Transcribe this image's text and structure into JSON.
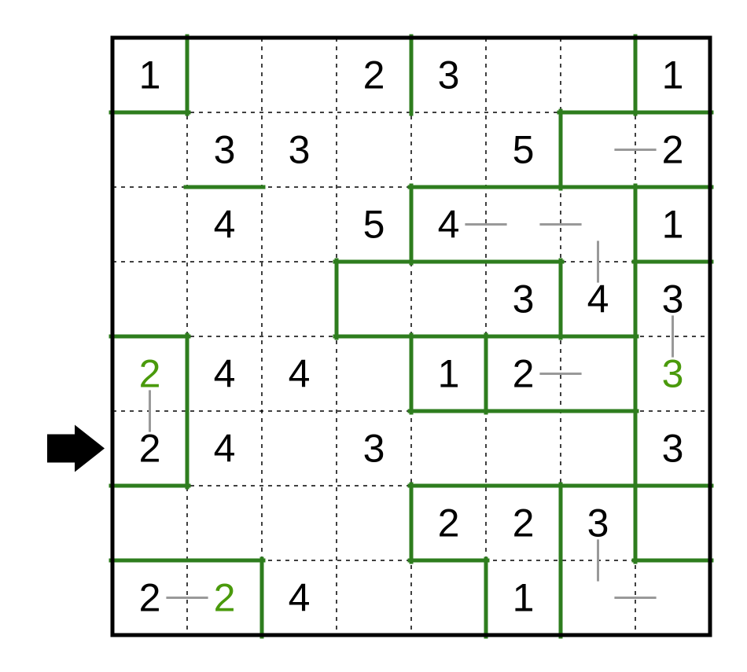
{
  "puzzle": {
    "rows": 8,
    "cols": 8,
    "colors": {
      "background": "#ffffff",
      "grid_dash": "#000000",
      "frame": "#000000",
      "region_border": "#2e7d1e",
      "connector": "#999999",
      "given_digit": "#000000",
      "highlight_digit": "#4a9a0c",
      "arrow": "#000000"
    },
    "clues": [
      {
        "r": 0,
        "c": 0,
        "value": "1",
        "highlight": false
      },
      {
        "r": 0,
        "c": 3,
        "value": "2",
        "highlight": false
      },
      {
        "r": 0,
        "c": 4,
        "value": "3",
        "highlight": false
      },
      {
        "r": 0,
        "c": 7,
        "value": "1",
        "highlight": false
      },
      {
        "r": 1,
        "c": 1,
        "value": "3",
        "highlight": false
      },
      {
        "r": 1,
        "c": 2,
        "value": "3",
        "highlight": false
      },
      {
        "r": 1,
        "c": 5,
        "value": "5",
        "highlight": false
      },
      {
        "r": 1,
        "c": 7,
        "value": "2",
        "highlight": false
      },
      {
        "r": 2,
        "c": 1,
        "value": "4",
        "highlight": false
      },
      {
        "r": 2,
        "c": 3,
        "value": "5",
        "highlight": false
      },
      {
        "r": 2,
        "c": 4,
        "value": "4",
        "highlight": false
      },
      {
        "r": 2,
        "c": 7,
        "value": "1",
        "highlight": false
      },
      {
        "r": 3,
        "c": 5,
        "value": "3",
        "highlight": false
      },
      {
        "r": 3,
        "c": 6,
        "value": "4",
        "highlight": false
      },
      {
        "r": 3,
        "c": 7,
        "value": "3",
        "highlight": false
      },
      {
        "r": 4,
        "c": 0,
        "value": "2",
        "highlight": true
      },
      {
        "r": 4,
        "c": 1,
        "value": "4",
        "highlight": false
      },
      {
        "r": 4,
        "c": 2,
        "value": "4",
        "highlight": false
      },
      {
        "r": 4,
        "c": 4,
        "value": "1",
        "highlight": false
      },
      {
        "r": 4,
        "c": 5,
        "value": "2",
        "highlight": false
      },
      {
        "r": 4,
        "c": 7,
        "value": "3",
        "highlight": true
      },
      {
        "r": 5,
        "c": 0,
        "value": "2",
        "highlight": false
      },
      {
        "r": 5,
        "c": 1,
        "value": "4",
        "highlight": false
      },
      {
        "r": 5,
        "c": 3,
        "value": "3",
        "highlight": false
      },
      {
        "r": 5,
        "c": 7,
        "value": "3",
        "highlight": false
      },
      {
        "r": 6,
        "c": 4,
        "value": "2",
        "highlight": false
      },
      {
        "r": 6,
        "c": 5,
        "value": "2",
        "highlight": false
      },
      {
        "r": 6,
        "c": 6,
        "value": "3",
        "highlight": false
      },
      {
        "r": 7,
        "c": 0,
        "value": "2",
        "highlight": false
      },
      {
        "r": 7,
        "c": 1,
        "value": "2",
        "highlight": true
      },
      {
        "r": 7,
        "c": 2,
        "value": "4",
        "highlight": false
      },
      {
        "r": 7,
        "c": 5,
        "value": "1",
        "highlight": false
      }
    ],
    "region_borders": [
      {
        "type": "v",
        "line": 1,
        "from": 0,
        "to": 1
      },
      {
        "type": "v",
        "line": 4,
        "from": 0,
        "to": 1
      },
      {
        "type": "v",
        "line": 7,
        "from": 0,
        "to": 1
      },
      {
        "type": "h",
        "line": 1,
        "from": 0,
        "to": 1
      },
      {
        "type": "h",
        "line": 1,
        "from": 6,
        "to": 8
      },
      {
        "type": "v",
        "line": 6,
        "from": 1,
        "to": 2
      },
      {
        "type": "h",
        "line": 2,
        "from": 1,
        "to": 2
      },
      {
        "type": "h",
        "line": 2,
        "from": 4,
        "to": 8
      },
      {
        "type": "v",
        "line": 4,
        "from": 2,
        "to": 3
      },
      {
        "type": "v",
        "line": 7,
        "from": 2,
        "to": 4
      },
      {
        "type": "h",
        "line": 3,
        "from": 3,
        "to": 6
      },
      {
        "type": "h",
        "line": 3,
        "from": 7,
        "to": 8
      },
      {
        "type": "v",
        "line": 3,
        "from": 3,
        "to": 4
      },
      {
        "type": "v",
        "line": 6,
        "from": 3,
        "to": 4
      },
      {
        "type": "h",
        "line": 4,
        "from": 3,
        "to": 7
      },
      {
        "type": "h",
        "line": 4,
        "from": 0,
        "to": 1
      },
      {
        "type": "v",
        "line": 1,
        "from": 4,
        "to": 6
      },
      {
        "type": "v",
        "line": 4,
        "from": 4,
        "to": 5
      },
      {
        "type": "v",
        "line": 5,
        "from": 4,
        "to": 5
      },
      {
        "type": "h",
        "line": 5,
        "from": 4,
        "to": 7
      },
      {
        "type": "v",
        "line": 7,
        "from": 4,
        "to": 7
      },
      {
        "type": "h",
        "line": 6,
        "from": 0,
        "to": 1
      },
      {
        "type": "h",
        "line": 6,
        "from": 4,
        "to": 8
      },
      {
        "type": "v",
        "line": 4,
        "from": 6,
        "to": 7
      },
      {
        "type": "v",
        "line": 6,
        "from": 6,
        "to": 8
      },
      {
        "type": "h",
        "line": 7,
        "from": 4,
        "to": 5
      },
      {
        "type": "h",
        "line": 7,
        "from": 7,
        "to": 8
      },
      {
        "type": "h",
        "line": 7,
        "from": 0,
        "to": 2
      },
      {
        "type": "v",
        "line": 2,
        "from": 7,
        "to": 8
      },
      {
        "type": "v",
        "line": 5,
        "from": 7,
        "to": 8
      }
    ],
    "connectors": [
      {
        "x1": 6.72,
        "y1": 1.5,
        "x2": 7.28,
        "y2": 1.5
      },
      {
        "x1": 4.72,
        "y1": 2.5,
        "x2": 5.28,
        "y2": 2.5
      },
      {
        "x1": 5.72,
        "y1": 2.5,
        "x2": 6.28,
        "y2": 2.5
      },
      {
        "x1": 6.5,
        "y1": 2.72,
        "x2": 6.5,
        "y2": 3.28
      },
      {
        "x1": 7.5,
        "y1": 3.72,
        "x2": 7.5,
        "y2": 4.28
      },
      {
        "x1": 0.5,
        "y1": 4.72,
        "x2": 0.5,
        "y2": 5.28
      },
      {
        "x1": 5.72,
        "y1": 4.5,
        "x2": 6.28,
        "y2": 4.5
      },
      {
        "x1": 6.5,
        "y1": 6.72,
        "x2": 6.5,
        "y2": 7.28
      },
      {
        "x1": 0.72,
        "y1": 7.5,
        "x2": 1.28,
        "y2": 7.5
      },
      {
        "x1": 6.72,
        "y1": 7.5,
        "x2": 7.28,
        "y2": 7.5
      }
    ],
    "arrow": {
      "row": 5,
      "direction": "right"
    }
  }
}
